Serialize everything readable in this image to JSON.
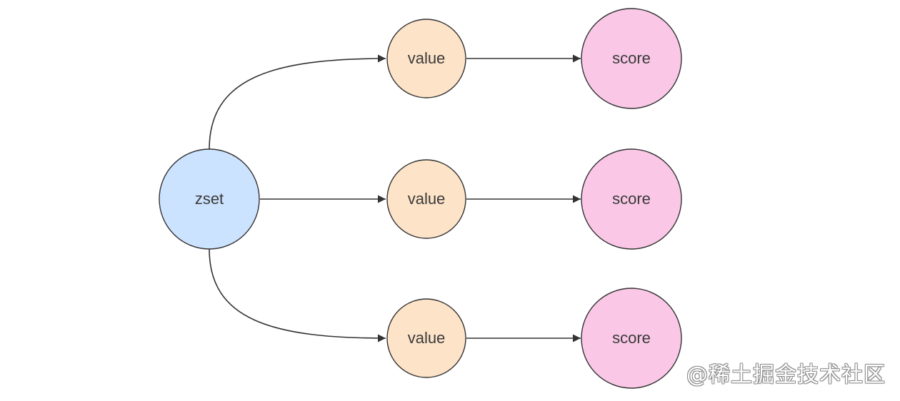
{
  "diagram": {
    "root_label": "zset",
    "value_label": "value",
    "score_label": "score",
    "colors": {
      "root_fill": "#cce3ff",
      "value_fill": "#fde3c8",
      "score_fill": "#fac8e6",
      "stroke": "#333333"
    }
  },
  "watermark": "@稀土掘金技术社区"
}
